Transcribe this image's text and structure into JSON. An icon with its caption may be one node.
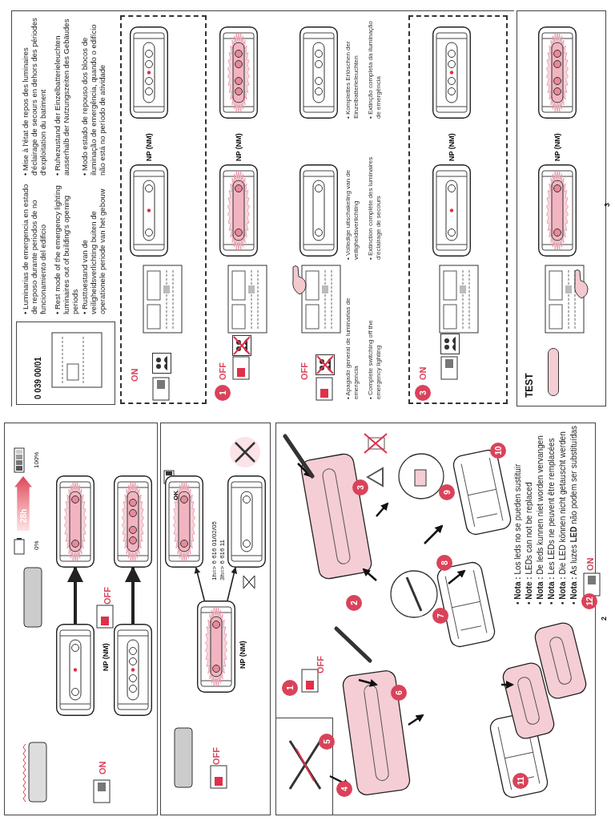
{
  "diagram": {
    "nodes": [
      {
        "text": [],
        "shape": "picture"
      },
      {
        "text": [],
        "shape": "picture"
      },
      {
        "text": [],
        "shape": "picture"
      },
      {
        "text": [],
        "shape": "picture"
      },
      {
        "text": [],
        "shape": "picture",
        "beside": [
          "NP (NM)"
        ]
      },
      {
        "text": [],
        "shape": "picture"
      },
      {
        "text": [],
        "shape": "picture"
      },
      {
        "text": [],
        "shape": "picture",
        "beside": [
          "NP (NM)"
        ]
      },
      {
        "text": [],
        "shape": "picture"
      },
      {
        "text": [],
        "shape": "picture",
        "beside": [
          "NP (NM)"
        ]
      },
      {
        "text": [],
        "shape": "picture"
      },
      {
        "text": [],
        "shape": "picture"
      },
      {
        "text": [],
        "shape": "picture"
      },
      {
        "text": [],
        "shape": "picture",
        "beside": [
          "NP (NM)"
        ]
      },
      {
        "text": [],
        "shape": "picture"
      },
      {
        "text": [],
        "shape": "picture",
        "beside": [
          "NP (NM)"
        ]
      },
      {
        "text": [],
        "shape": "picture"
      }
    ],
    "edges": [
      {
        "from": 0,
        "to": 2,
        "arrow": "to",
        "style": "thick"
      },
      {
        "from": 1,
        "to": 3,
        "arrow": "to",
        "style": "thick"
      },
      {
        "from": 4,
        "to": 5,
        "arrow": "to"
      },
      {
        "from": 4,
        "to": 6,
        "arrow": "to"
      }
    ],
    "labels": [
      "ON",
      "NP (NM)",
      "OFF",
      "0%",
      "28h",
      "100%",
      "OFF",
      "1h=> 6 616 01/02/05",
      "3h=> 6 616 11",
      "OK",
      "1",
      "OFF",
      "2",
      "3",
      "4",
      "5",
      "6",
      "7",
      "8",
      "9",
      "10",
      "11",
      "12",
      "• **Nota :** Los leds no se pueden sustituir",
      "• **Note :** LEDs can not be replaced",
      "• **Nota :** De leds kunnen niet worden vervangen",
      "• **Nota :** Les LEDs ne peuvent être remplacées",
      "• **Nota :** Die LED können nicht getauscht werden",
      "• **Nota :** As luzes **LED** não podem ser substituídas",
      "ON",
      "2",
      "0 039 00/01",
      "• Luminarias de emergencia en estado de reposo durante periodos de no funcionamiento del edificio",
      "• Rest mode of the emergency lighting luminaires out of building's opening periods",
      "• Rusttoestand van de veiligheidsverlichting buiten de operationele periode van het gebouw",
      "• Mise à l'état de repos des luminaires d'éclairage de secours en dehors des périodes d'exploitation du batiment",
      "• Ruhezustand der Einzelbatterieleuchten ausserhalb der Nutzungszeiten des Gebäudes",
      "• Modo estado de repouso dos blocos de iluminação de emergência, quando o edifício não está no período de atividade",
      "ON",
      "1",
      "OFF",
      "OFF",
      "• Apagado general de luminarias de emergencia",
      "• Complete switching off the emergency lighting",
      "• Volledige uitschakeling van de veiligheidsverlichting",
      "• Extinction complète des luminaires d'éclairage de secours",
      "• Komplettes Erlöschen der Einzelbatterieleuchten",
      "• Extinção completa da iluminação de emergência",
      "3",
      "ON",
      "TEST",
      "3"
    ]
  }
}
